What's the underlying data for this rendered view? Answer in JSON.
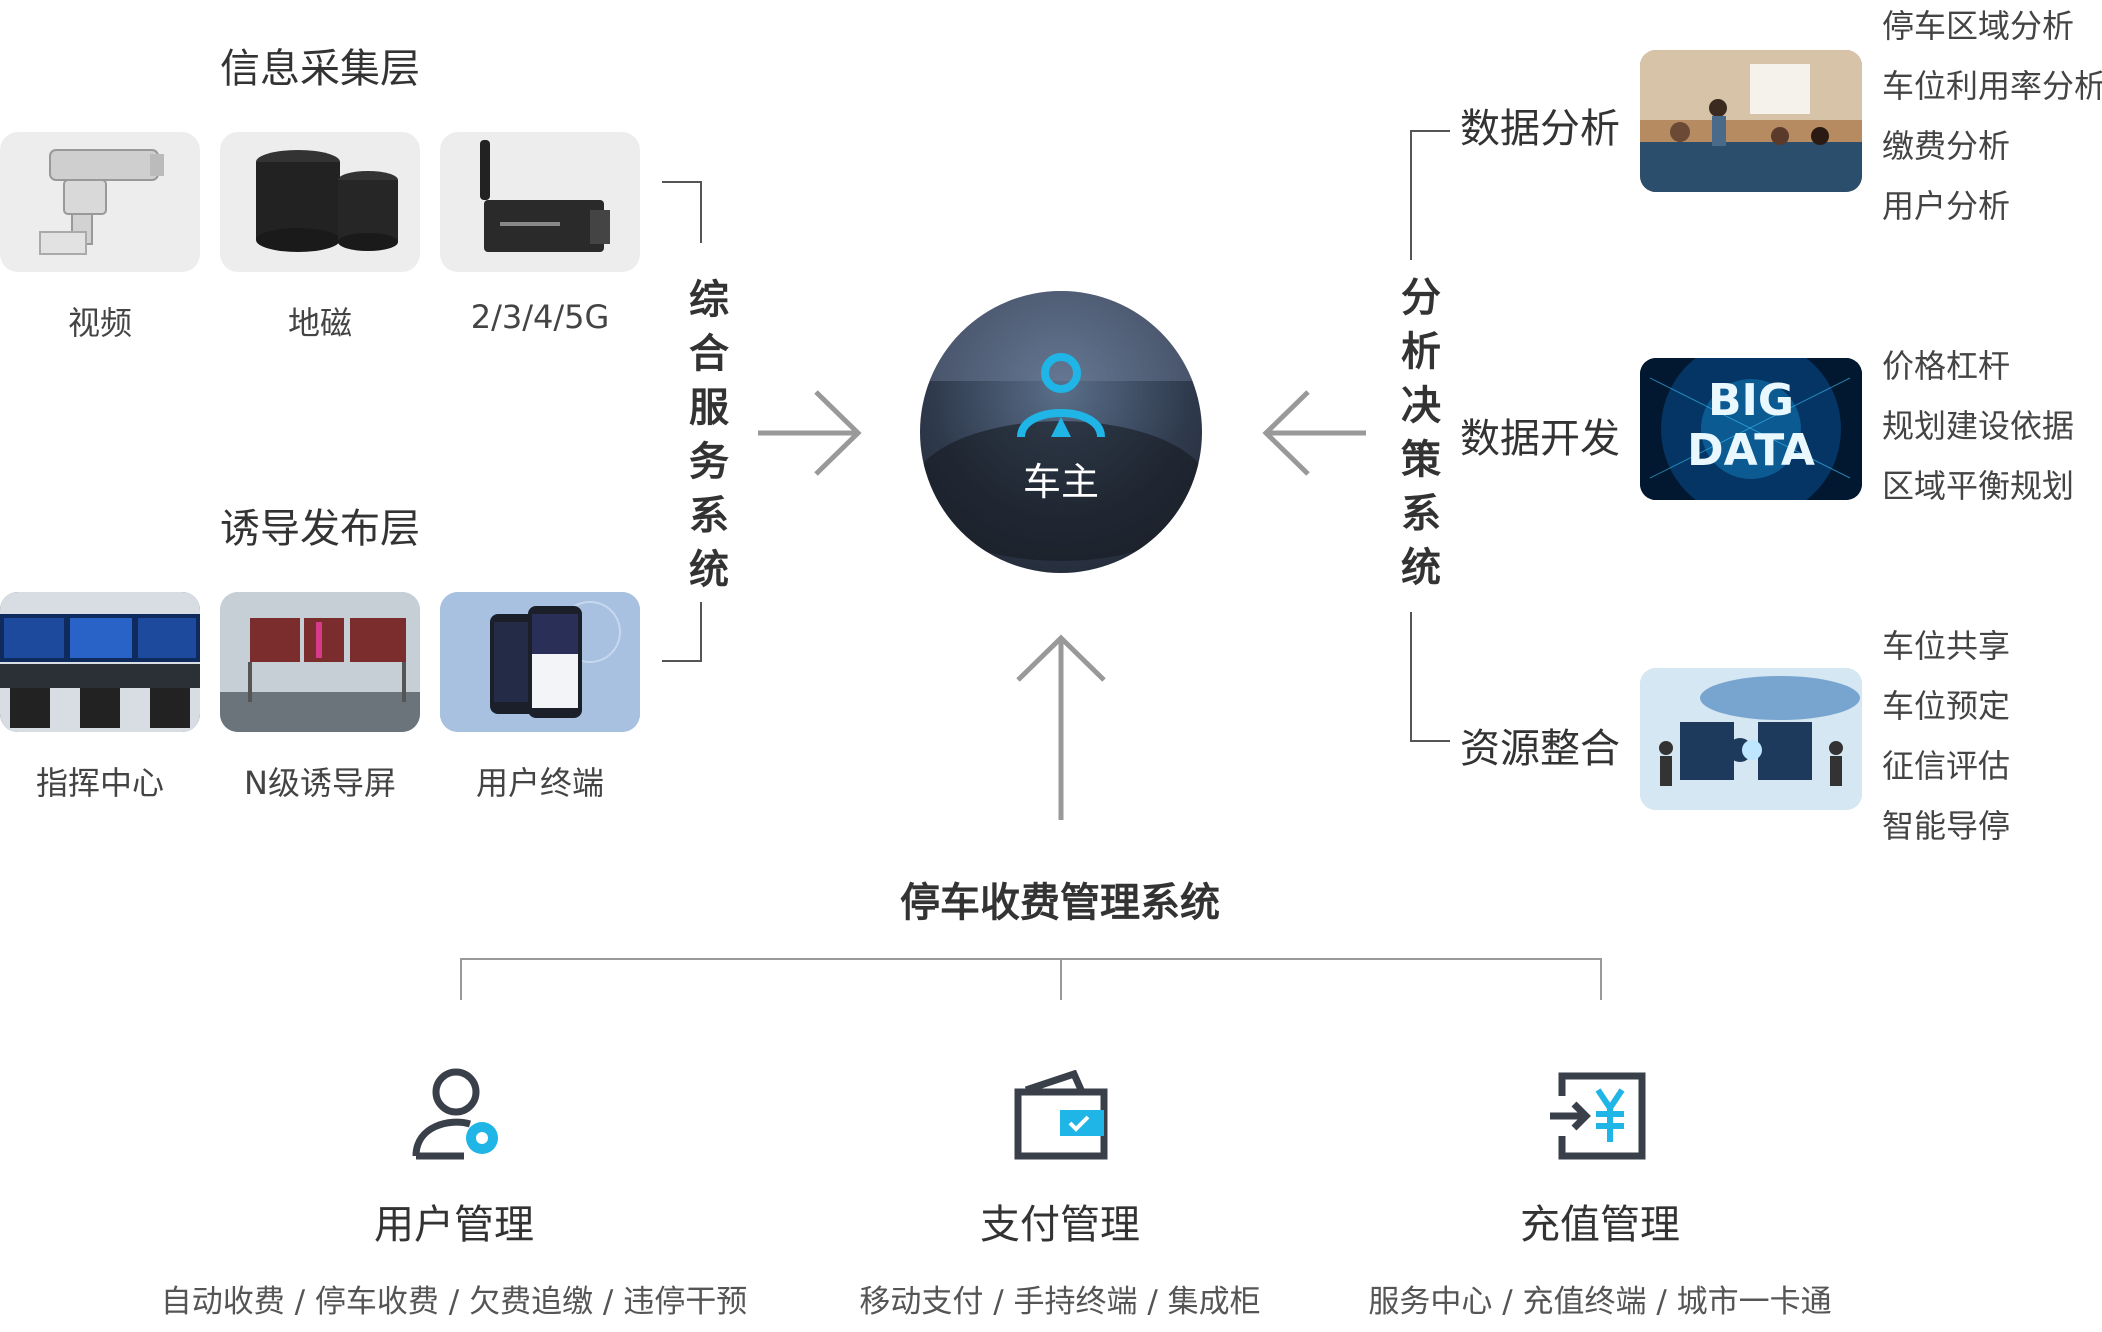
{
  "collection": {
    "title": "信息采集层",
    "items": [
      {
        "label": "视频",
        "icon": "surveillance-camera"
      },
      {
        "label": "地磁",
        "icon": "magnetic-sensor"
      },
      {
        "label": "2/3/4/5G",
        "icon": "wireless-router"
      }
    ]
  },
  "guidance": {
    "title": "诱导发布层",
    "items": [
      {
        "label": "指挥中心",
        "icon": "command-center-screens"
      },
      {
        "label": "N级诱导屏",
        "icon": "road-guidance-sign"
      },
      {
        "label": "用户终端",
        "icon": "mobile-phone"
      }
    ]
  },
  "service_system": {
    "label": "综合服务系统"
  },
  "center": {
    "label": "车主"
  },
  "decision_system": {
    "label": "分析决策系统",
    "branches": [
      {
        "title": "数据分析",
        "items": [
          "停车区域分析",
          "车位利用率分析",
          "缴费分析",
          "用户分析"
        ]
      },
      {
        "title": "数据开发",
        "image_text": "BIG DATA",
        "items": [
          "价格杠杆",
          "规划建设依据",
          "区域平衡规划"
        ]
      },
      {
        "title": "资源整合",
        "items": [
          "车位共享",
          "车位预定",
          "征信评估",
          "智能导停"
        ]
      }
    ]
  },
  "parking_system": {
    "title": "停车收费管理系统",
    "modules": [
      {
        "title": "用户管理",
        "desc": "自动收费 / 停车收费 / 欠费追缴 / 违停干预",
        "icon": "user-settings"
      },
      {
        "title": "支付管理",
        "desc": "移动支付 / 手持终端 / 集成柜",
        "icon": "wallet"
      },
      {
        "title": "充值管理",
        "desc": "服务中心 / 充值终端 / 城市一卡通",
        "icon": "yuan-recharge"
      }
    ]
  },
  "colors": {
    "accent": "#1fb5e6",
    "icon_dark": "#3a4049",
    "line": "#555555",
    "arrow": "#999999"
  }
}
